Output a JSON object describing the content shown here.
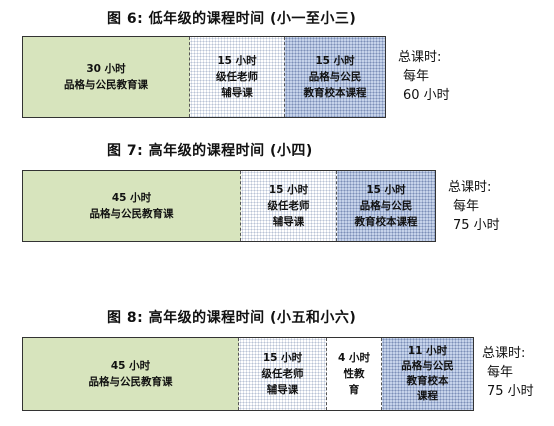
{
  "figures": [
    {
      "title": "图 6:  低年级的课程时间 (小一至小三)",
      "segments": [
        {
          "line1": "30 小时",
          "line2": "品格与公民教育课"
        },
        {
          "line1": "15 小时",
          "line2": "级任老师",
          "line3": "辅导课"
        },
        {
          "line1": "15 小时",
          "line2": "品格与公民",
          "line3": "教育校本课程"
        }
      ],
      "total": {
        "label": "总课时:",
        "per": "每年",
        "hours": "60 小时"
      }
    },
    {
      "title": "图 7:  高年级的课程时间 (小四)",
      "segments": [
        {
          "line1": "45 小时",
          "line2": "品格与公民教育课"
        },
        {
          "line1": "15 小时",
          "line2": "级任老师",
          "line3": "辅导课"
        },
        {
          "line1": "15 小时",
          "line2": "品格与公民",
          "line3": "教育校本课程"
        }
      ],
      "total": {
        "label": "总课时:",
        "per": "每年",
        "hours": "75 小时"
      }
    },
    {
      "title": "图 8:  高年级的课程时间 (小五和小六)",
      "segments": [
        {
          "line1": "45 小时",
          "line2": "品格与公民教育课"
        },
        {
          "line1": "15 小时",
          "line2": "级任老师",
          "line3": "辅导课"
        },
        {
          "line1": "4 小时",
          "line2": "性教",
          "line3": "育"
        },
        {
          "line1": "11 小时",
          "line2": "品格与公民",
          "line3": "教育校本",
          "line4": "课程"
        }
      ],
      "total": {
        "label": "总课时:",
        "per": "每年",
        "hours": "75 小时"
      }
    }
  ],
  "colors": {
    "character_education": "#d7e4bd",
    "class_teacher": "#ffffff",
    "sex_education": "#ffffff",
    "school_based": "#c6d3ea",
    "border": "#333333"
  }
}
